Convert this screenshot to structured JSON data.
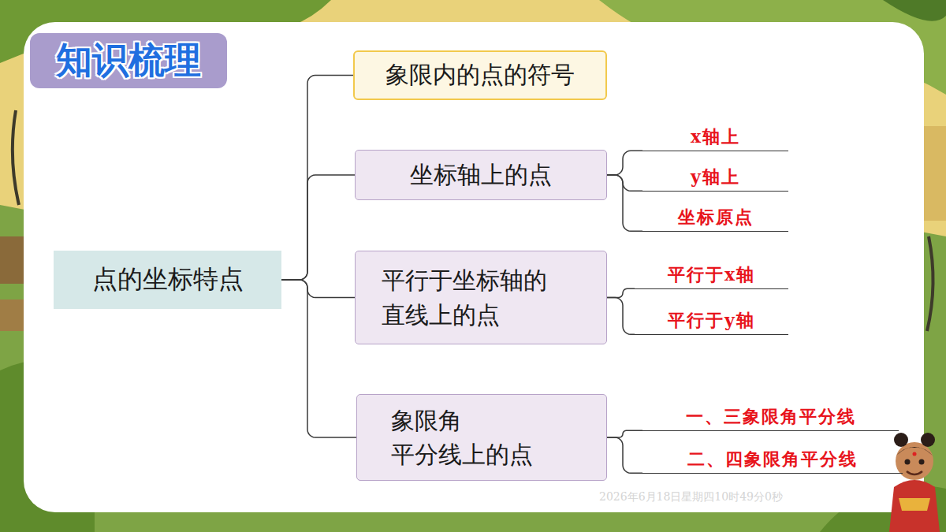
{
  "diagram": {
    "title": "知识梳理",
    "nodes": [
      {
        "text": [
          "点的坐标特点"
        ]
      },
      {
        "text": [
          "象限内的点的符号"
        ]
      },
      {
        "text": [
          "坐标轴上的点"
        ]
      },
      {
        "text": [
          "x轴上"
        ]
      },
      {
        "text": [
          "y轴上"
        ]
      },
      {
        "text": [
          "坐标原点"
        ]
      },
      {
        "text": [
          "平行于坐标轴的 直线上的点"
        ]
      },
      {
        "text": [
          "平行于x轴"
        ]
      },
      {
        "text": [
          "平行于y轴"
        ]
      },
      {
        "text": [
          "象限角 平分线上的点"
        ]
      },
      {
        "text": [
          "一、三象限角平分线"
        ]
      },
      {
        "text": [
          "二、四象限角平分线"
        ]
      }
    ],
    "edges": [
      {
        "from": 0,
        "to": 1,
        "arrow": "none"
      },
      {
        "from": 0,
        "to": 2,
        "arrow": "none"
      },
      {
        "from": 0,
        "to": 6,
        "arrow": "none"
      },
      {
        "from": 0,
        "to": 9,
        "arrow": "none"
      },
      {
        "from": 2,
        "to": 3,
        "arrow": "none"
      },
      {
        "from": 2,
        "to": 4,
        "arrow": "none"
      },
      {
        "from": 2,
        "to": 5,
        "arrow": "none"
      },
      {
        "from": 6,
        "to": 7,
        "arrow": "none"
      },
      {
        "from": 6,
        "to": 8,
        "arrow": "none"
      },
      {
        "from": 9,
        "to": 10,
        "arrow": "none"
      },
      {
        "from": 9,
        "to": 11,
        "arrow": "none"
      }
    ],
    "labels": [
      "2026年6月18日星期四10时49分0秒"
    ]
  }
}
